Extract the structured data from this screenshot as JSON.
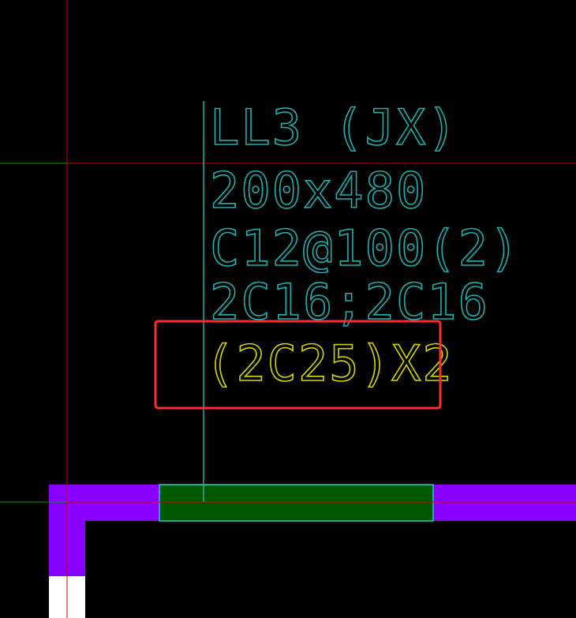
{
  "colors": {
    "background": "#000000",
    "axis_red": "#d80000",
    "axis_green": "#00a000",
    "wall_purple": "#8800ff",
    "beam_green": "#005800",
    "beam_outline": "#1fcfc0",
    "leader_cyan": "#1fb0b0",
    "label_cyan": "#1fb0b0",
    "label_yellow": "#d6d600",
    "highlight_box": "#ff2a2a",
    "fill_white": "#ffffff"
  },
  "beam_label": {
    "name": "LL3 (JX)",
    "section": "200x480",
    "stirrup": "C12@100(2)",
    "longitudinal": "2C16;2C16",
    "diagonal": "(2C25)X2"
  }
}
